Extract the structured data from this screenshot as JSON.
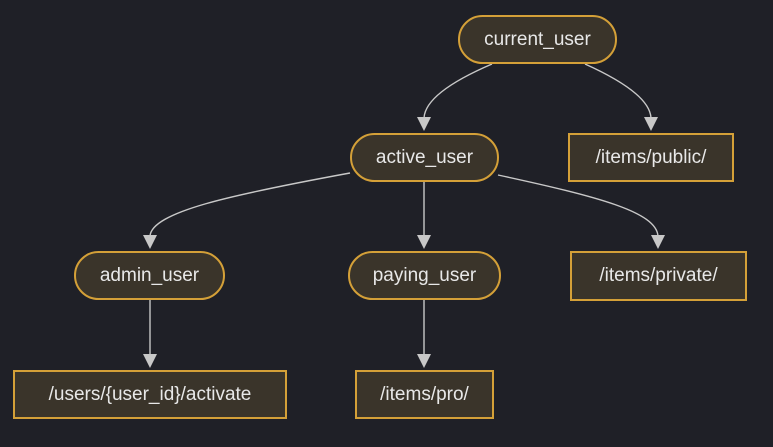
{
  "diagram": {
    "type": "flowchart-dependency-tree",
    "colors": {
      "background": "#1f2027",
      "node_border": "#d4a038",
      "node_fill": "#3a342a",
      "text": "#e8e8e8",
      "edge": "#c8c8c8"
    },
    "nodes": {
      "current_user": "current_user",
      "active_user": "active_user",
      "items_public": "/items/public/",
      "admin_user": "admin_user",
      "paying_user": "paying_user",
      "items_private": "/items/private/",
      "users_activate": "/users/{user_id}/activate",
      "items_pro": "/items/pro/"
    },
    "edges": [
      {
        "from": "current_user",
        "to": "active_user"
      },
      {
        "from": "current_user",
        "to": "items_public"
      },
      {
        "from": "active_user",
        "to": "admin_user"
      },
      {
        "from": "active_user",
        "to": "paying_user"
      },
      {
        "from": "active_user",
        "to": "items_private"
      },
      {
        "from": "admin_user",
        "to": "users_activate"
      },
      {
        "from": "paying_user",
        "to": "items_pro"
      }
    ]
  }
}
